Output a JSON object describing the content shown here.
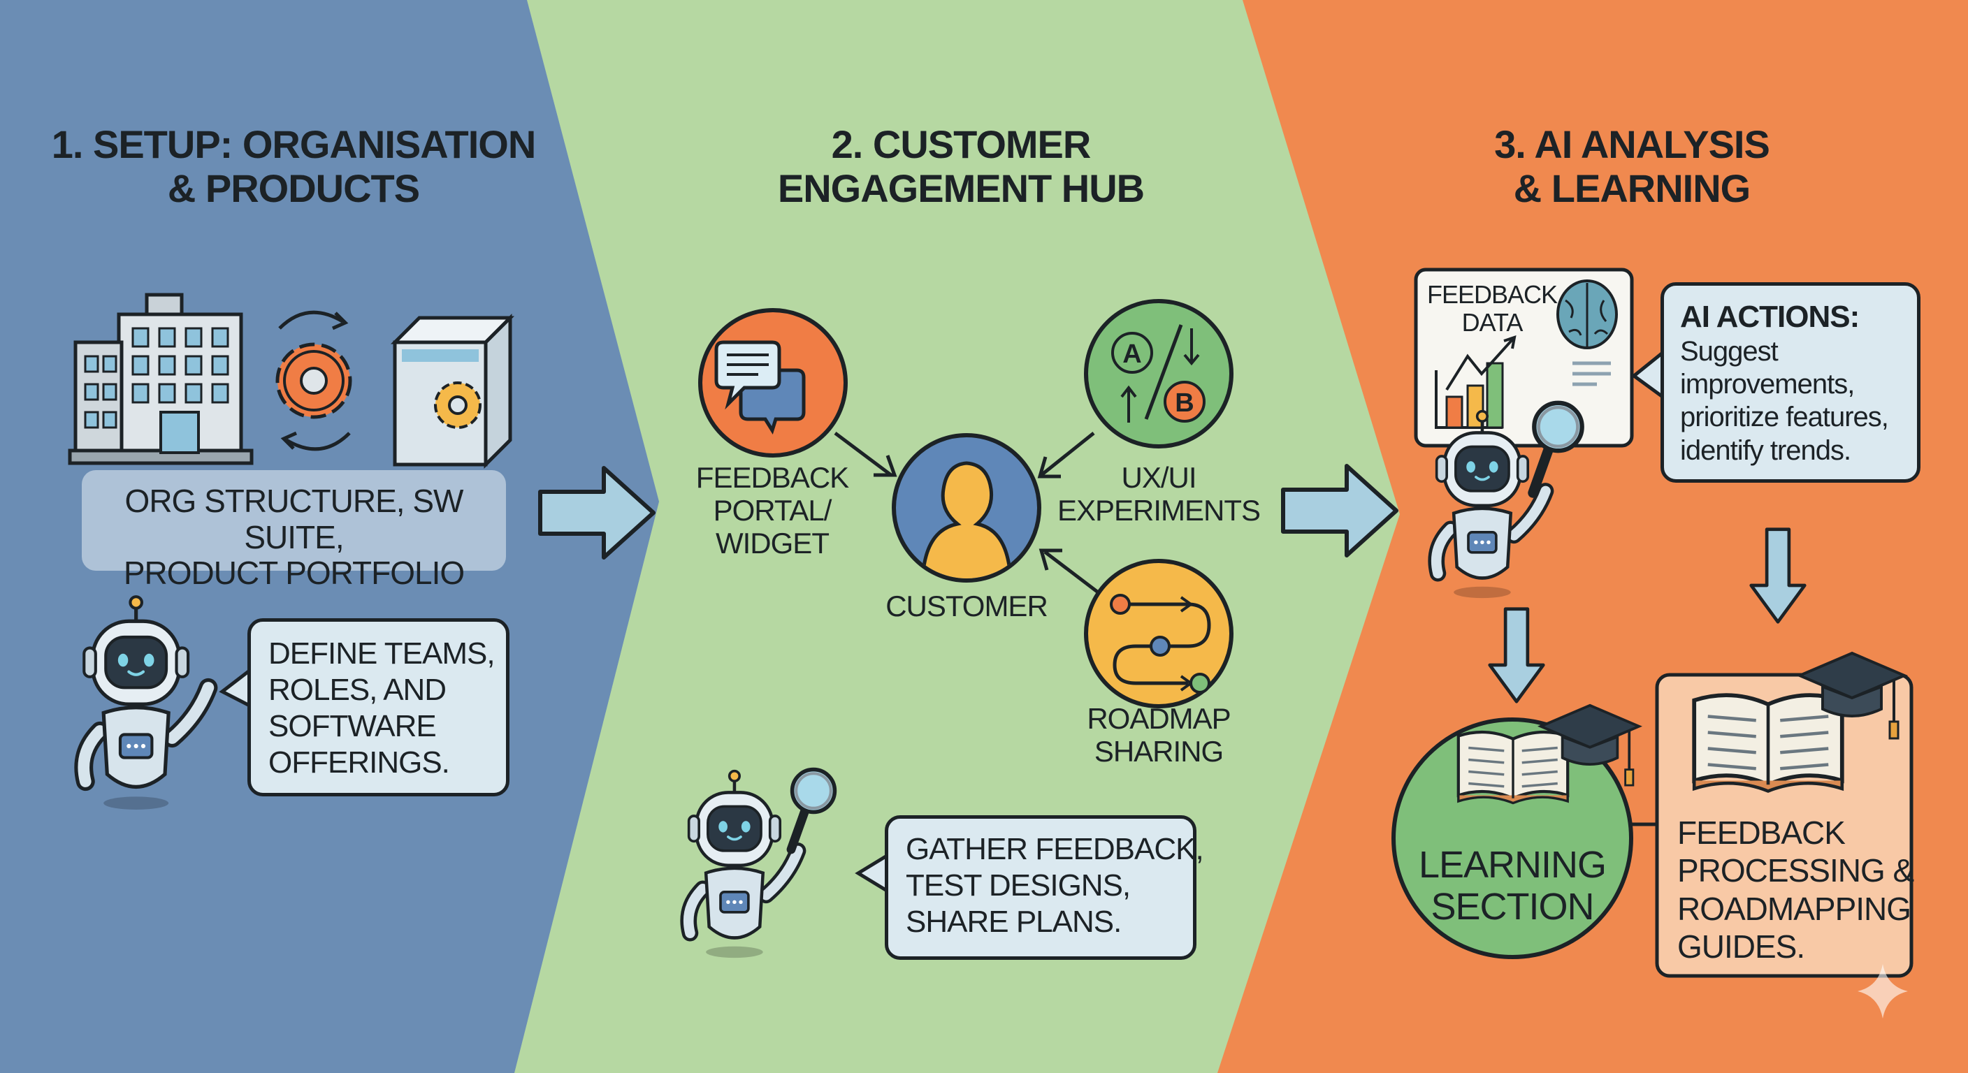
{
  "colors": {
    "setup_panel": "#6b8db4",
    "engagement_panel": "#b6d8a2",
    "analysis_panel": "#f0894f",
    "outline": "#1c2226",
    "bubble": "#dbe9f0",
    "accent_orange": "#f07d45",
    "accent_green": "#7fbf7a",
    "accent_yellow": "#f5b94a",
    "accent_blue": "#5f87b8"
  },
  "sections": [
    {
      "title": "1. SETUP: ORGANISATION\n& PRODUCTS",
      "icons": [
        "office-building-icon",
        "gear-sync-icon",
        "software-box-icon",
        "robot-icon"
      ],
      "info_box": "ORG STRUCTURE, SW SUITE,\nPRODUCT PORTFOLIO",
      "robot_bubble": "DEFINE TEAMS,\nROLES, AND\nSOFTWARE\nOFFERINGS."
    },
    {
      "title": "2. CUSTOMER\nENGAGEMENT HUB",
      "center": {
        "label": "CUSTOMER",
        "icon": "person-icon"
      },
      "nodes": [
        {
          "label": "FEEDBACK\nPORTAL/\nWIDGET",
          "icon": "chat-bubbles-icon"
        },
        {
          "label": "UX/UI\nEXPERIMENTS",
          "icon": "ab-test-icon",
          "a": "A",
          "b": "B"
        },
        {
          "label": "ROADMAP\nSHARING",
          "icon": "roadmap-icon"
        }
      ],
      "robot_bubble": "GATHER FEEDBACK,\nTEST DESIGNS,\nSHARE PLANS."
    },
    {
      "title": "3. AI ANALYSIS\n& LEARNING",
      "data_card": "FEEDBACK\nDATA",
      "ai_bubble_heading": "AI ACTIONS:",
      "ai_bubble_body": "Suggest\nimprovements,\nprioritize features,\nidentify trends.",
      "learning": "LEARNING\nSECTION",
      "guides": "FEEDBACK\nPROCESSING &\nROADMAPPING\nGUIDES."
    }
  ]
}
